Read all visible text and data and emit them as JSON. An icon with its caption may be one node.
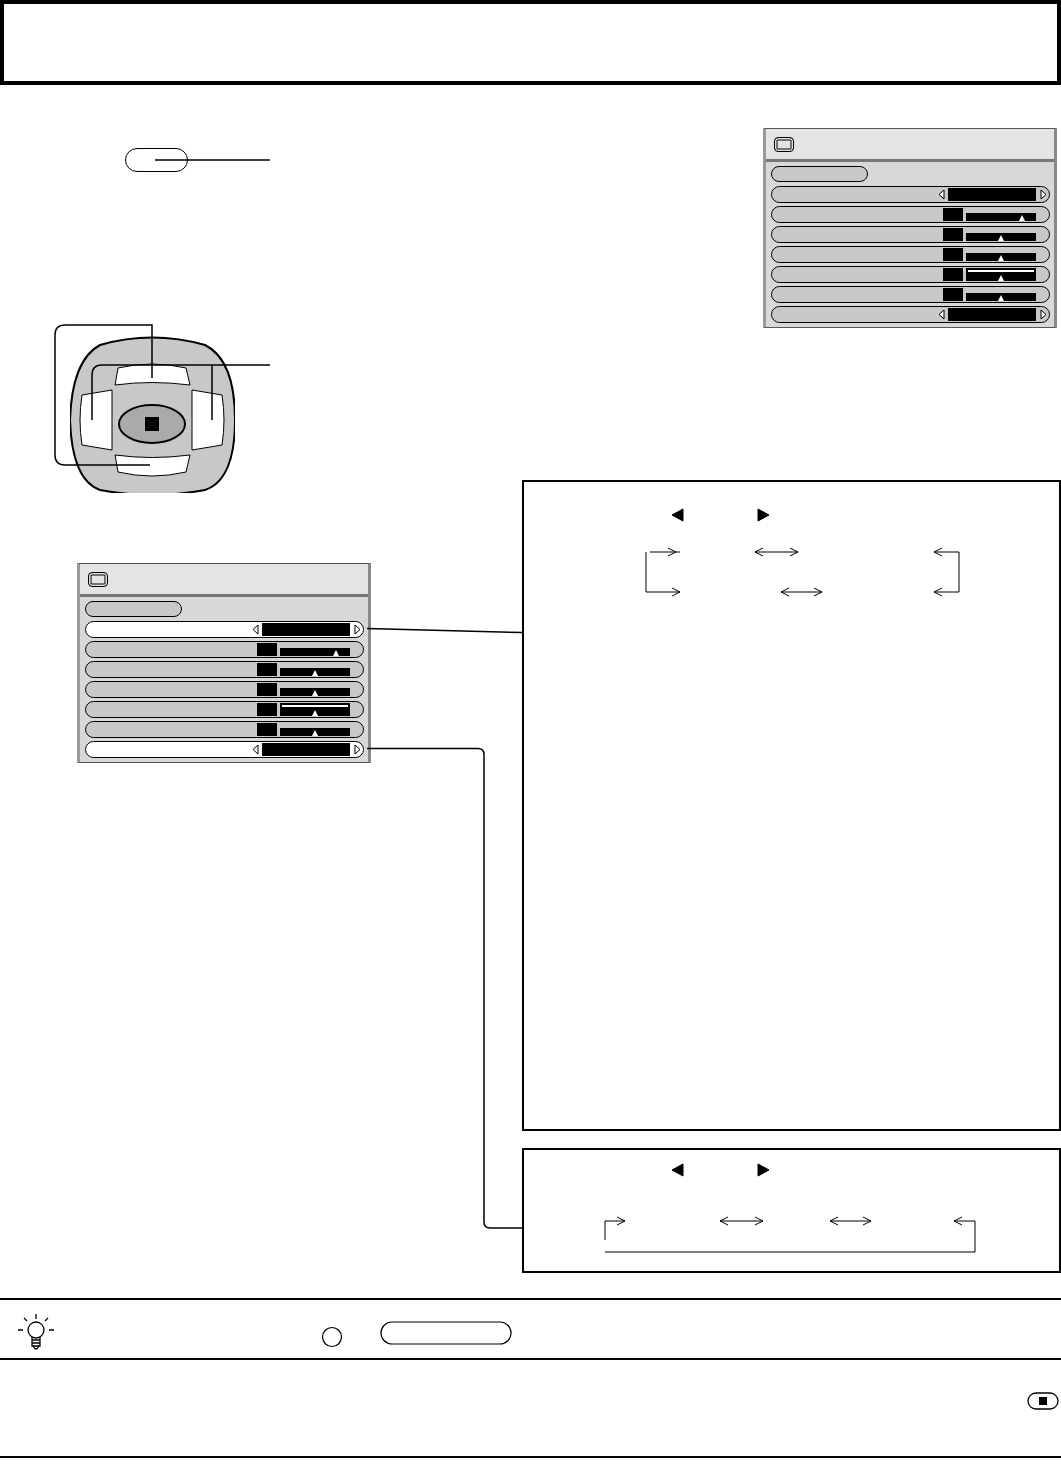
{
  "diagram": {
    "nodes": [
      {
        "text": [],
        "shape": "box"
      },
      {
        "text": [],
        "shape": "box"
      },
      {
        "text": [],
        "shape": "picture"
      },
      {
        "text": [],
        "shape": "box"
      },
      {
        "text": [],
        "shape": "box",
        "in": 3
      },
      {
        "text": [],
        "shape": "box"
      },
      {
        "text": [],
        "shape": "box",
        "in": 5
      },
      {
        "text": [],
        "shape": "bar",
        "in": 5
      },
      {
        "text": [],
        "shape": "bar",
        "in": 5
      },
      {
        "text": [],
        "shape": "box"
      },
      {
        "text": [],
        "shape": "box"
      }
    ],
    "edges": [
      {
        "from": 1,
        "to": null,
        "arrow": "none"
      },
      {
        "from": 2,
        "to": null,
        "arrow": "none"
      },
      {
        "from": 2,
        "to": null,
        "arrow": "none"
      },
      {
        "from": 7,
        "to": 9,
        "arrow": "none"
      },
      {
        "from": 8,
        "to": 10,
        "arrow": "none"
      }
    ]
  }
}
